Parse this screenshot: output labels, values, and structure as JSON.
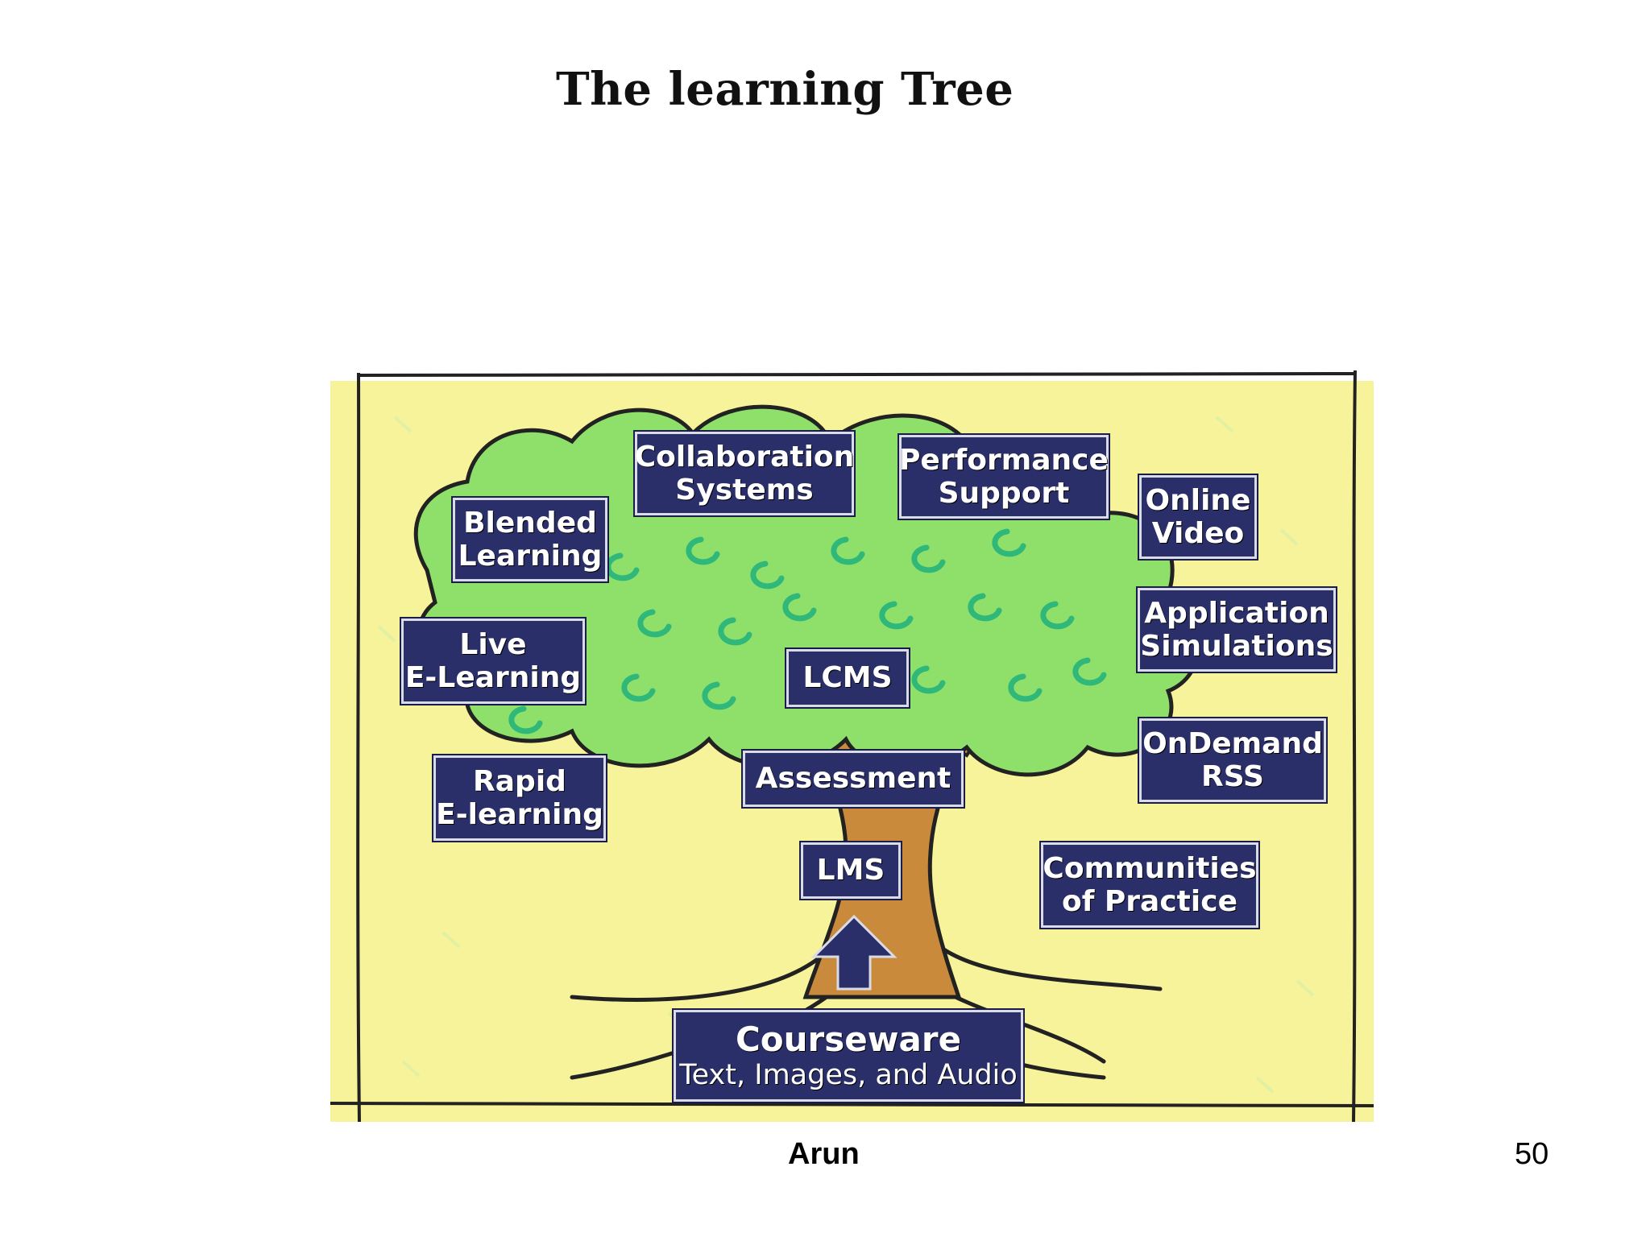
{
  "slide": {
    "title": "The learning Tree",
    "author": "Arun",
    "page_number": "50"
  },
  "diagram": {
    "background_color": "#f7f39a",
    "foliage_color": "#8fe06a",
    "swirl_color": "#2fb87a",
    "trunk_color": "#c98a3c",
    "box_color": "#2a2f6a",
    "nodes": {
      "collaboration": [
        "Collaboration",
        "Systems"
      ],
      "performance": [
        "Performance",
        "Support"
      ],
      "blended": [
        "Blended",
        "Learning"
      ],
      "online_video": [
        "Online",
        "Video"
      ],
      "live_elearning": [
        "Live",
        "E-Learning"
      ],
      "application": [
        "Application",
        "Simulations"
      ],
      "lcms": "LCMS",
      "assessment": "Assessment",
      "rapid": [
        "Rapid",
        "E-learning"
      ],
      "ondemand": [
        "OnDemand",
        "RSS"
      ],
      "lms": "LMS",
      "communities": [
        "Communities",
        "of Practice"
      ],
      "courseware": [
        "Courseware",
        "Text, Images, and Audio"
      ]
    }
  }
}
